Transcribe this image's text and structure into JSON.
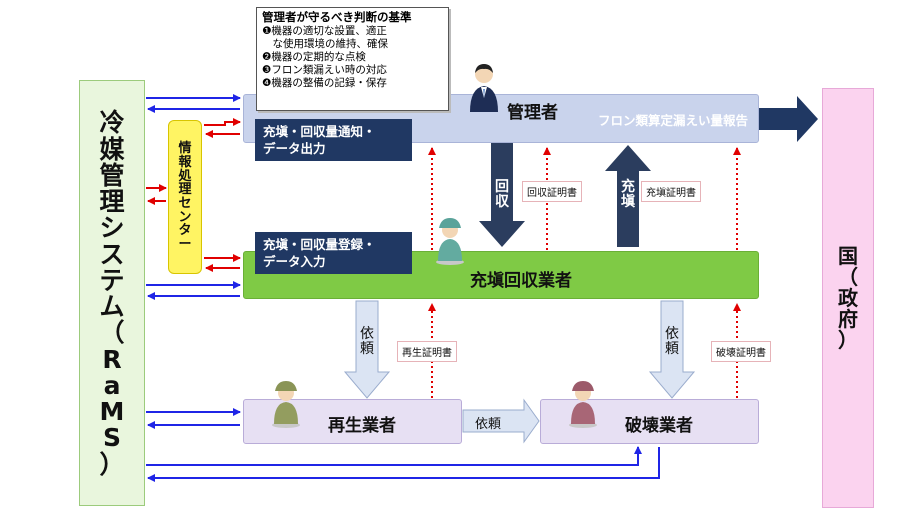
{
  "rams_box": {
    "chars": [
      "冷",
      "媒",
      "管",
      "理",
      "シ",
      "ス",
      "テ",
      "ム",
      "（",
      "R",
      "a",
      "M",
      "S",
      "）"
    ]
  },
  "gov_box": {
    "chars": [
      "国",
      "（",
      "政",
      "府",
      "）"
    ]
  },
  "info_center": {
    "chars": [
      "情",
      "報",
      "処",
      "理",
      "セ",
      "ン",
      "タ",
      "ー"
    ]
  },
  "criteria": {
    "title": "管理者が守るべき判断の基準",
    "items": [
      "❶機器の適切な設置、適正",
      "　な使用環境の維持、確保",
      "❷機器の定期的な点検",
      "❸フロン類漏えい時の対応",
      "❹機器の整備の記録・保存"
    ]
  },
  "manager": {
    "label": "管理者",
    "notify_lines": [
      "充塡・回収量通知・",
      "データ出力"
    ]
  },
  "report_arrow": {
    "label": "フロン類算定漏えい量報告"
  },
  "filler": {
    "label": "充塡回収業者",
    "register_lines": [
      "充塡・回収量登録・",
      "データ入力"
    ]
  },
  "recovery_arrow": {
    "chars": [
      "回",
      "収"
    ]
  },
  "fill_arrow": {
    "chars": [
      "充",
      "塡"
    ]
  },
  "certificates": {
    "recovery": "回収証明書",
    "filling": "充塡証明書",
    "regen": "再生証明書",
    "destroy": "破壊証明書"
  },
  "request_left": {
    "chars": [
      "依",
      "頼"
    ]
  },
  "request_right": {
    "chars": [
      "依",
      "頼"
    ]
  },
  "request_mid": {
    "label": "依頼"
  },
  "regen": {
    "label": "再生業者"
  },
  "destroy": {
    "label": "破壊業者"
  },
  "colors": {
    "navy": "#203863",
    "blue_arrow": "#1f25e6",
    "red_arrow": "#e00000",
    "dotted_red": "#e00000"
  }
}
